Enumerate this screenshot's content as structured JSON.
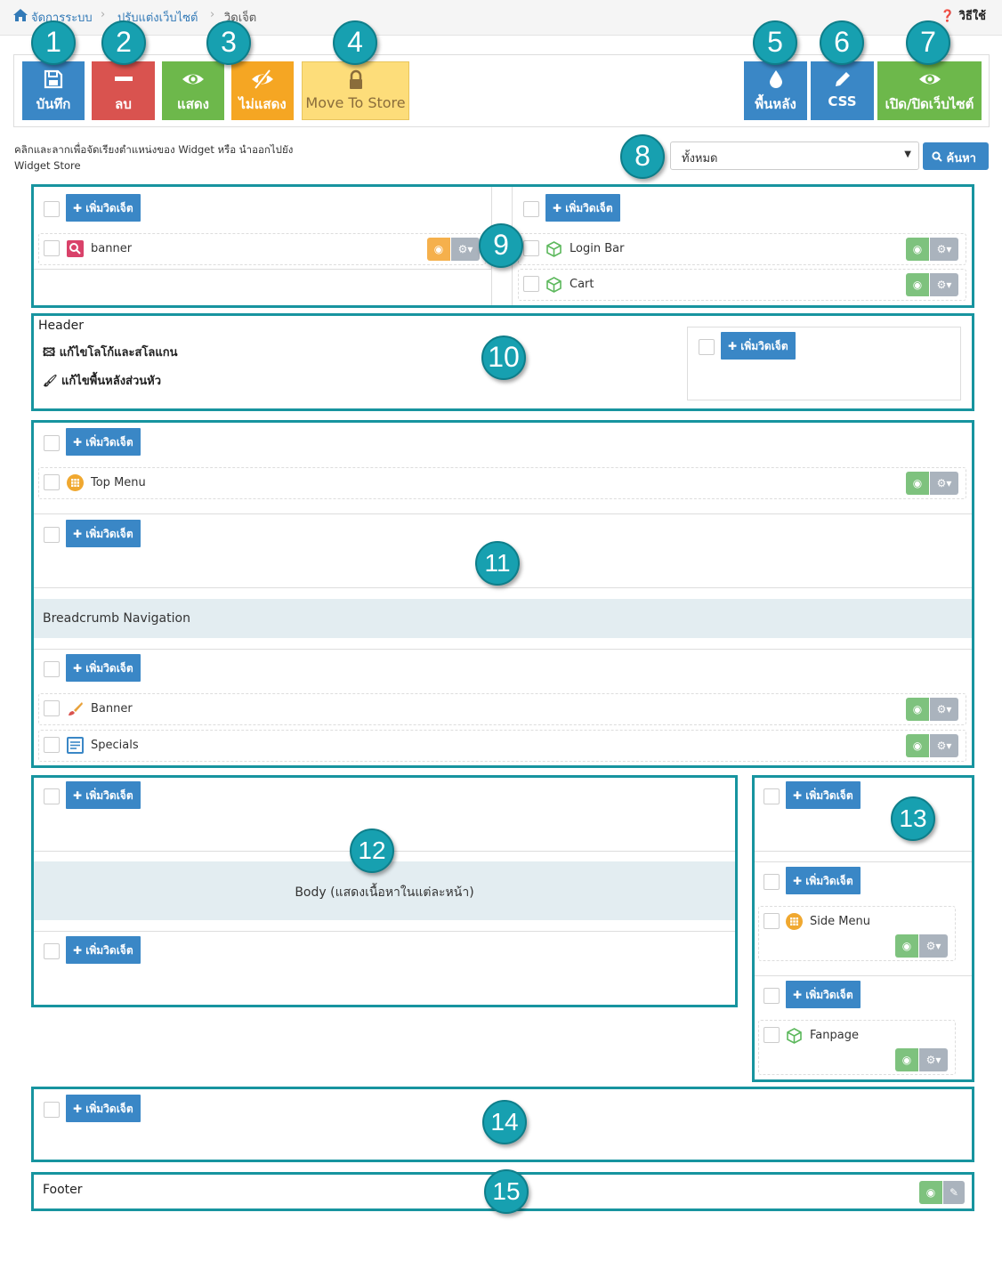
{
  "breadcrumb": {
    "home": "จัดการระบบ",
    "section": "ปรับแต่งเว็บไซต์",
    "current": "วิดเจ็ต"
  },
  "help_label": "วิธีใช้",
  "toolbar": {
    "save": "บันทึก",
    "delete": "ลบ",
    "show": "แสดง",
    "hide": "ไม่แสดง",
    "store": "Move To Store",
    "background": "พื้นหลัง",
    "css": "CSS",
    "toggle_site": "เปิด/ปิดเว็บไซต์"
  },
  "hint": "คลิกและลากเพื่อจัดเรียงตำแหน่งของ Widget หรือ นำออกไปยัง Widget Store",
  "filter": {
    "selected": "ทั้งหมด",
    "search_label": "ค้นหา"
  },
  "add_widget_label": "เพิ่มวิดเจ็ต",
  "callouts": [
    "1",
    "2",
    "3",
    "4",
    "5",
    "6",
    "7",
    "8",
    "9",
    "10",
    "11",
    "12",
    "13",
    "14",
    "15"
  ],
  "section9": {
    "left_widgets": [
      "banner"
    ],
    "right_widgets": [
      "Login Bar",
      "Cart"
    ]
  },
  "header": {
    "title": "Header",
    "edit_logo": "แก้ไขโลโก้และสโลแกน",
    "edit_bg": "แก้ไขพื้นหลังส่วนหัว"
  },
  "section11": {
    "top_widgets": [
      "Top Menu"
    ],
    "breadcrumb_band": "Breadcrumb Navigation",
    "bottom_widgets": [
      "Banner",
      "Specials"
    ]
  },
  "body_band": "Body (แสดงเนื้อหาในแต่ละหน้า)",
  "sidebar": {
    "widgets_mid": [
      "Side Menu"
    ],
    "widgets_bottom": [
      "Fanpage"
    ]
  },
  "footer": {
    "title": "Footer"
  },
  "colors": {
    "teal": "#17a0b0",
    "blue": "#3a87c6",
    "red": "#d9534f",
    "green": "#6db84b",
    "orange": "#f5a623",
    "yellow": "#fddd7a"
  }
}
